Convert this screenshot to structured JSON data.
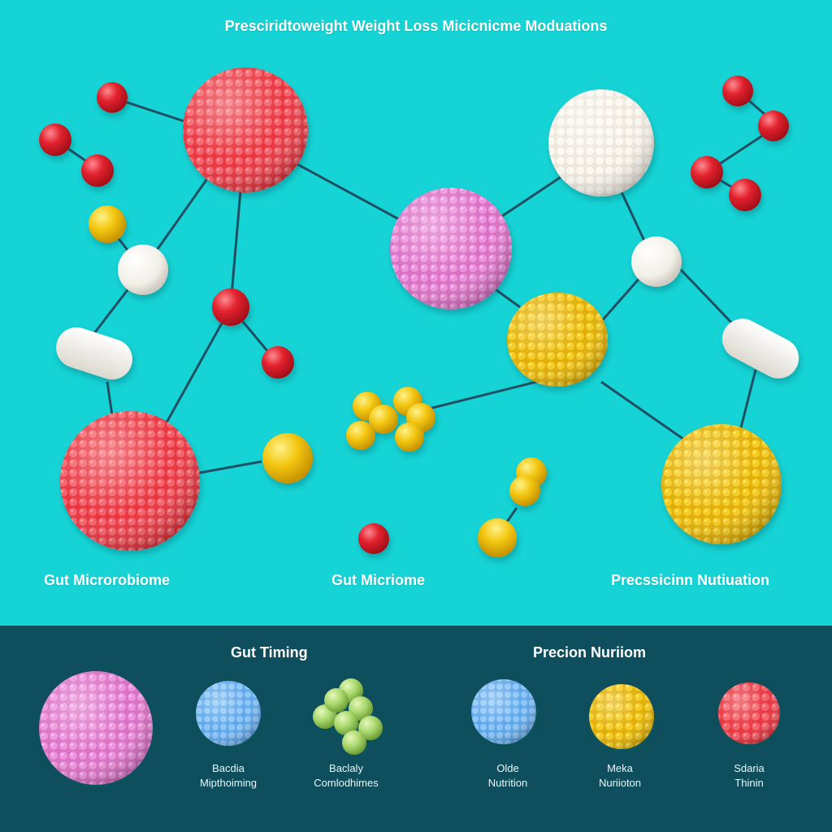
{
  "title": "Presciridtoweight Weight Loss Micicnicme Moduations",
  "labels": {
    "gut_microrobiome": "Gut Microrobiome",
    "gut_micriome": "Gut Micriome",
    "precision_nutiuation": "Precssicinn Nutiuation"
  },
  "bottom": {
    "heading_left": "Gut Timing",
    "heading_right": "Precion Nuriiom",
    "items": [
      {
        "line1": "",
        "line2": ""
      },
      {
        "line1": "Bacdia",
        "line2": "Mipthoiming"
      },
      {
        "line1": "Baclaly",
        "line2": "Comlodhimes"
      },
      {
        "line1": "Olde",
        "line2": "Nutrition"
      },
      {
        "line1": "Meka",
        "line2": "Nuriioton"
      },
      {
        "line1": "Sdaria",
        "line2": "Thinin"
      }
    ]
  },
  "colors": {
    "background": "#16d4d6",
    "panel": "#0f4e5c",
    "red": "#ec4049",
    "pink": "#e77fcf",
    "yellow": "#f4c71d",
    "white": "#f8f5ee",
    "blue": "#7ebcf2",
    "green": "#a7d672",
    "link": "#1f4f62"
  }
}
